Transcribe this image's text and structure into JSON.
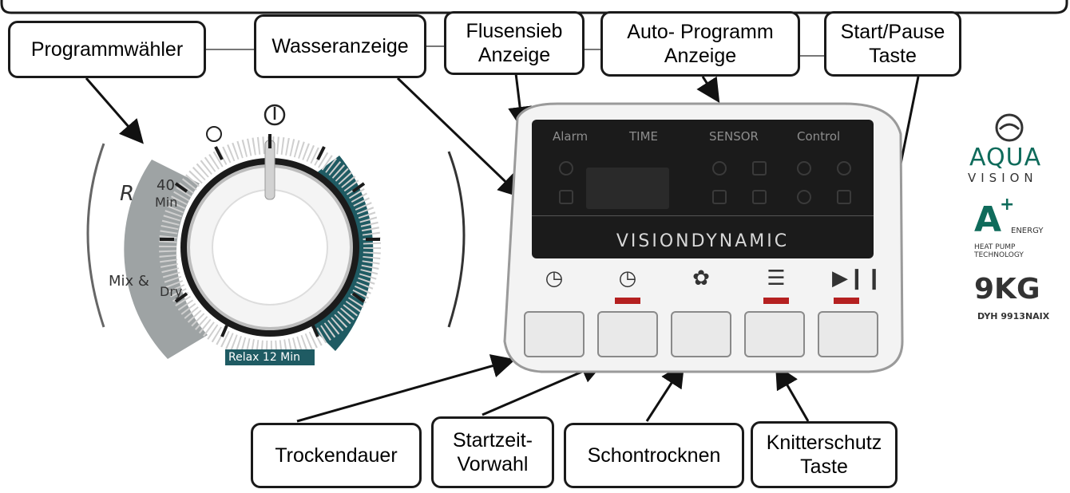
{
  "callouts": {
    "programmwaehler": "Programmwähler",
    "wasseranzeige": "Wasseranzeige",
    "flusensieb": "Flusensieb\nAnzeige",
    "autoprogramm": "Auto- Programm\nAnzeige",
    "startpause": "Start/Pause\nTaste",
    "trockendauer": "Trockendauer",
    "startzeit": "Startzeit-\nVorwahl",
    "schontrocknen": "Schontrocknen",
    "knitterschutz": "Knitterschutz\nTaste"
  },
  "display": {
    "alarm": "Alarm",
    "time": "TIME",
    "sensor": "SENSOR",
    "control": "Control",
    "brand": "VISIONDYNAMIC"
  },
  "dial": {
    "min40_a": "40",
    "min40_b": "Min",
    "mix": "Mix &",
    "dry": "Dry",
    "relax": "Relax 12 Min",
    "r_label": "R"
  },
  "logos": {
    "aqua": "AQUA",
    "vision": "VISION",
    "energy": "A",
    "energy_plus": "+",
    "energy_word": "ENERGY",
    "heat_pump": "HEAT PUMP",
    "technology": "TECHNOLOGY",
    "capacity": "9KG",
    "model": "DYH 9913NAIX"
  },
  "colors": {
    "accent_teal": "#1f5b63",
    "led_red": "#b52020",
    "display_bg": "#1b1b1b"
  },
  "icons": {
    "button1": "clock-icon",
    "button2": "delay-timer-icon",
    "button3": "feather-icon",
    "button4": "shirt-anticrease-icon",
    "button5": "play-pause-icon"
  }
}
